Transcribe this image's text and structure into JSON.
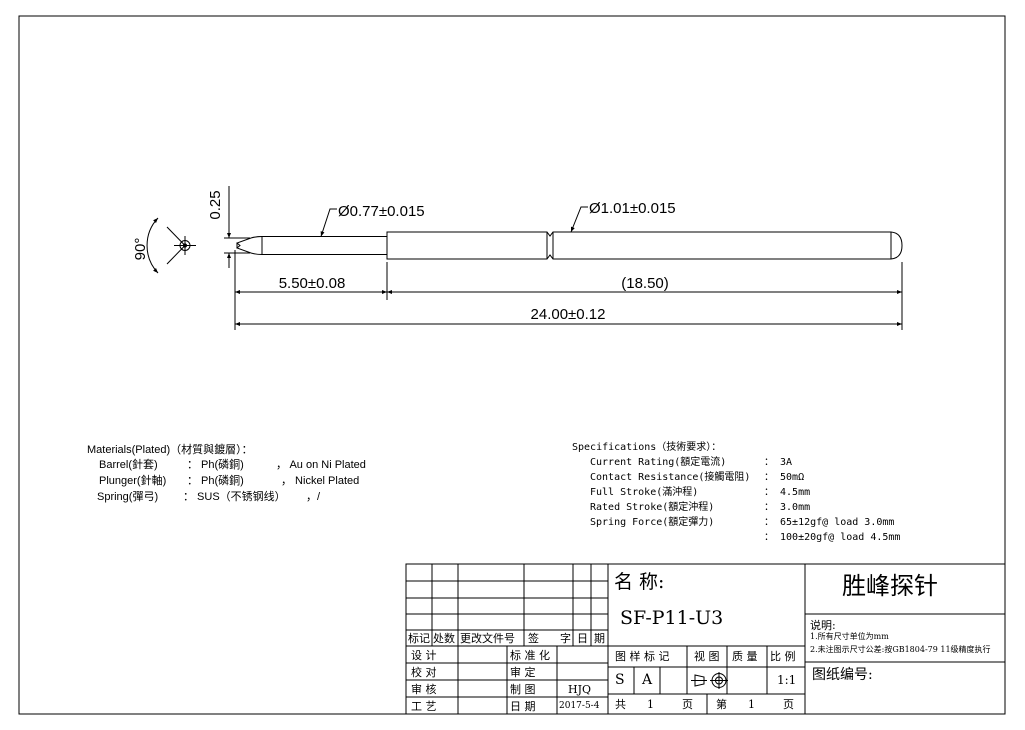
{
  "drawing": {
    "dims": {
      "tip_thickness": "0.25",
      "tip_angle": "90°",
      "plunger_diameter": "Ø0.77±0.015",
      "barrel_diameter": "Ø1.01±0.015",
      "plunger_length": "5.50±0.08",
      "barrel_length": "(18.50)",
      "total_length": "24.00±0.12"
    }
  },
  "materials": {
    "title": "Materials(Plated)（材質與鍍層）：",
    "rows": [
      {
        "part": "Barrel(針套)",
        "material": "： Ph(磷銅)",
        "plating": "， Au on Ni Plated"
      },
      {
        "part": "Plunger(針軸)",
        "material": "： Ph(磷銅)",
        "plating": "，  Nickel Plated"
      },
      {
        "part": "Spring(彈弓)",
        "material": "： SUS（不锈钢线）",
        "plating": "，/"
      }
    ]
  },
  "specifications": {
    "title": "Specifications（技術要求）：",
    "rows": [
      {
        "label": "Current Rating(額定電流)",
        "value": "： 3A"
      },
      {
        "label": "Contact Resistance(接觸電阻)",
        "value": "： 50mΩ"
      },
      {
        "label": "Full Stroke(滿沖程)",
        "value": "： 4.5mm"
      },
      {
        "label": "Rated Stroke(額定沖程)",
        "value": "： 3.0mm"
      },
      {
        "label": "Spring Force(額定彈力)",
        "value": "： 65±12gf@ load 3.0mm"
      },
      {
        "label": "",
        "value": "： 100±20gf@ load 4.5mm"
      }
    ]
  },
  "title_block": {
    "revision_headers": [
      "标记",
      "处数",
      "更改文件号",
      "签",
      "字",
      "日",
      "期"
    ],
    "approvals": [
      {
        "left": "设    计",
        "right": "标 准 化",
        "value": ""
      },
      {
        "left": "校    对",
        "right": "审    定",
        "value": ""
      },
      {
        "left": "审    核",
        "right": "制    图",
        "value": "HJQ"
      },
      {
        "left": "工    艺",
        "right": "日    期",
        "value": "2017-5-4"
      }
    ],
    "name_label": "名 称:",
    "part_number": "SF-P11-U3",
    "stage_label": "图 样 标 记",
    "view_label": "视 图",
    "mass_label": "质 量",
    "scale_label": "比 例",
    "stage_marks": [
      "S",
      "A"
    ],
    "scale_value": "1:1",
    "total_sheets": "共      1        页",
    "sheet_no": "第      1        页",
    "company": "胜峰探针",
    "notes_title": "说明:",
    "notes": [
      "1.所有尺寸单位为mm",
      "2.未注图示尺寸公差:按GB1804-79 11级精度执行"
    ],
    "drawing_no_label": "图纸编号:"
  }
}
